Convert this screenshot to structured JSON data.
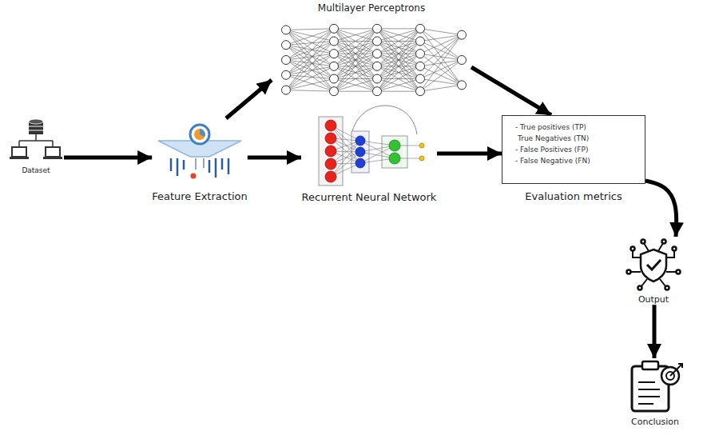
{
  "diagram": {
    "nodes": [
      {
        "text": [
          "Dataset"
        ]
      },
      {
        "text": [
          "Feature Extraction"
        ]
      },
      {
        "text": [
          "Multilayer Perceptrons"
        ]
      },
      {
        "text": [
          "Recurrent Neural Network"
        ]
      },
      {
        "text": [
          "- True positives (TP)",
          "True Negatives (TN)",
          "- False Positives (FP)",
          "- False Negative (FN)",
          "Evaluation metrics"
        ]
      },
      {
        "text": [
          "Output"
        ]
      },
      {
        "text": [
          "Conclusion"
        ]
      }
    ],
    "edges": [
      {
        "from": 0,
        "to": 1,
        "arrow": "to"
      },
      {
        "from": 1,
        "to": 2,
        "arrow": "to"
      },
      {
        "from": 1,
        "to": 3,
        "arrow": "to"
      },
      {
        "from": 2,
        "to": 4,
        "arrow": "to"
      },
      {
        "from": 3,
        "to": 4,
        "arrow": "to"
      },
      {
        "from": 4,
        "to": 5,
        "arrow": "to"
      },
      {
        "from": 5,
        "to": 6,
        "arrow": "to"
      }
    ]
  }
}
